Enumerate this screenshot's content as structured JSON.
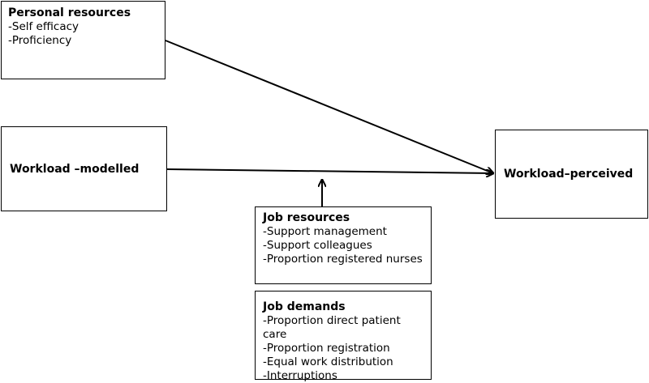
{
  "personal_resources": {
    "title": "Personal resources",
    "items": [
      "-Self efficacy",
      "-Proficiency"
    ]
  },
  "workload_modelled": {
    "label": "Workload –modelled"
  },
  "workload_perceived": {
    "label": "Workload–perceived"
  },
  "job_resources": {
    "title": "Job resources",
    "items": [
      "-Support management",
      "-Support colleagues",
      "-Proportion registered nurses"
    ]
  },
  "job_demands": {
    "title": "Job demands",
    "items": [
      "-Proportion direct patient care",
      "-Proportion registration",
      "-Equal work distribution",
      "-Interruptions"
    ]
  },
  "colors": {
    "stroke": "#000000",
    "background": "#ffffff"
  }
}
